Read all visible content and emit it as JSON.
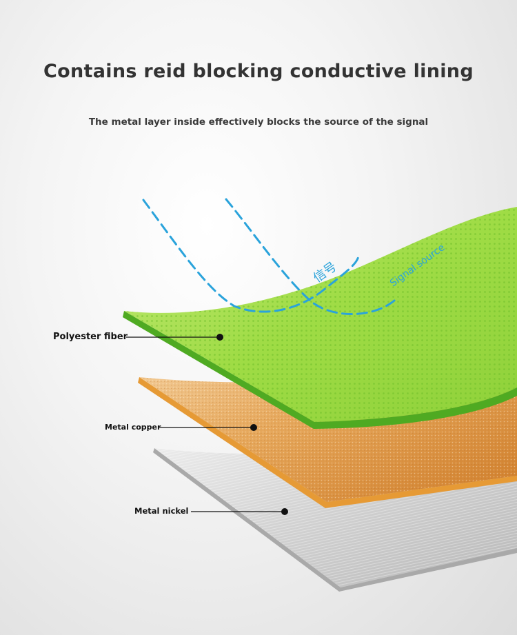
{
  "header": {
    "title": "Contains reid blocking conductive lining",
    "subtitle": "The metal layer inside effectively blocks the source of the signal"
  },
  "signal": {
    "label_cn": "信号",
    "label_en": "Signal source",
    "color": "#2aa3db"
  },
  "layers": [
    {
      "name": "Polyester fiber",
      "color": "#8fd13a"
    },
    {
      "name": "Metal copper",
      "color": "#e8a24a"
    },
    {
      "name": "Metal nickel",
      "color": "#c9c9c9"
    }
  ]
}
